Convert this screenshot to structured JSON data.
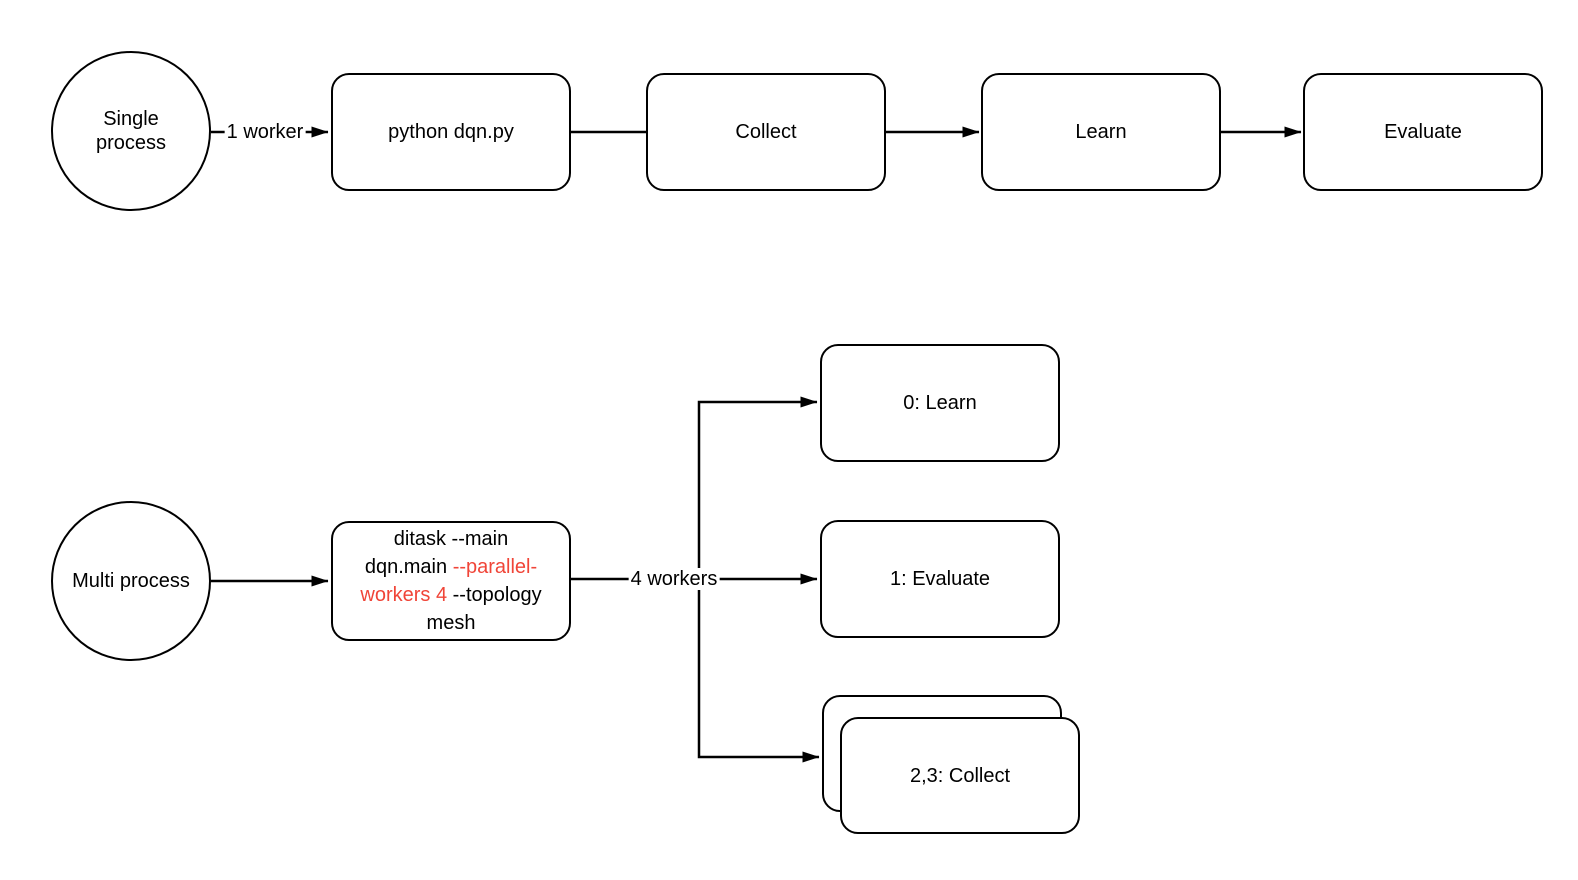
{
  "single_flow": {
    "start_label": "Single process",
    "edge_label": "1 worker",
    "nodes": [
      {
        "label": "python dqn.py"
      },
      {
        "label": "Collect"
      },
      {
        "label": "Learn"
      },
      {
        "label": "Evaluate"
      }
    ]
  },
  "multi_flow": {
    "start_label": "Multi process",
    "edge_label": "4 workers",
    "command": {
      "full_text": "ditask --main dqn.main --parallel-workers 4 --topology mesh",
      "highlight_text": "--parallel-workers 4",
      "line1": "ditask --main",
      "line2_black": "dqn.main ",
      "line2_red": "--parallel-",
      "line3_red": "workers 4",
      "line3_black": " --topology",
      "line4": "mesh"
    },
    "workers": [
      {
        "label": "0: Learn"
      },
      {
        "label": "1: Evaluate"
      },
      {
        "label": "2,3: Collect",
        "stacked": true
      }
    ]
  },
  "colors": {
    "stroke": "#000000",
    "box_fill": "#ffffff",
    "background": "#ffffff",
    "highlight_red": "#f04538"
  }
}
